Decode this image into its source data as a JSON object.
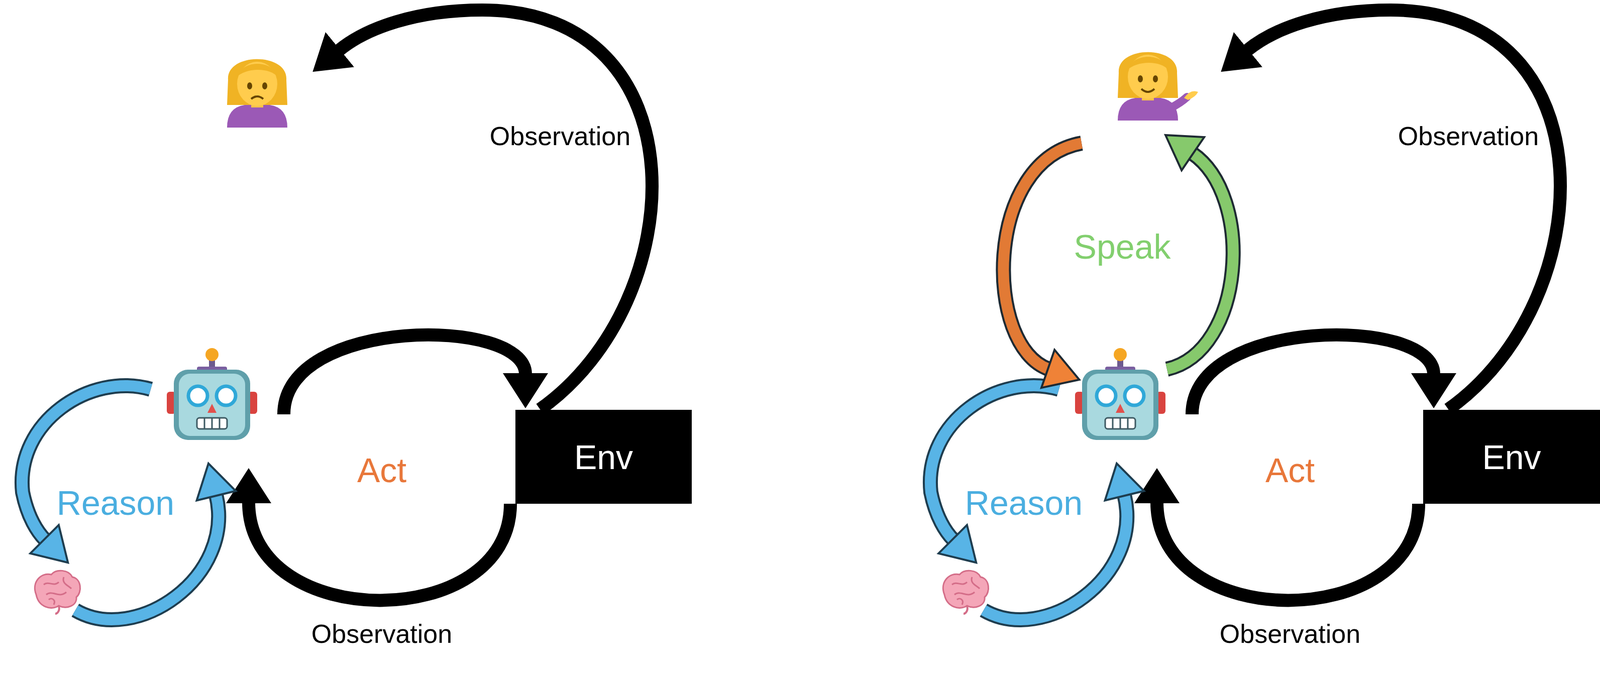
{
  "diagram": {
    "nodes": [
      {
        "text": [
          "Env"
        ]
      },
      {
        "text": [
          "Env"
        ]
      }
    ],
    "labels": [
      "Observation",
      "Reason",
      "Act",
      "Observation",
      "Observation",
      "Speak",
      "Reason",
      "Act",
      "Observation"
    ]
  }
}
